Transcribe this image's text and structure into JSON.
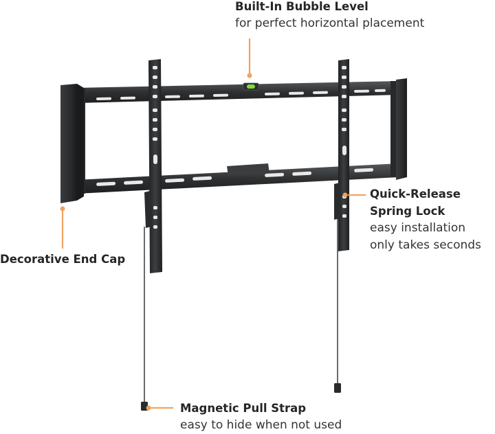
{
  "callouts": {
    "bubble_level": {
      "title": "Built-In Bubble Level",
      "subtitle": "for perfect horizontal placement"
    },
    "spring_lock": {
      "title_line1": "Quick-Release",
      "title_line2": "Spring Lock",
      "subtitle_line1": "easy installation",
      "subtitle_line2": "only takes seconds"
    },
    "end_cap": {
      "title": "Decorative End Cap"
    },
    "pull_strap": {
      "title": "Magnetic Pull Strap",
      "subtitle": "easy to hide when not used"
    }
  },
  "colors": {
    "accent": "#f0a35e",
    "metal": "#2f3133",
    "bubble": "#7fdc3a"
  }
}
